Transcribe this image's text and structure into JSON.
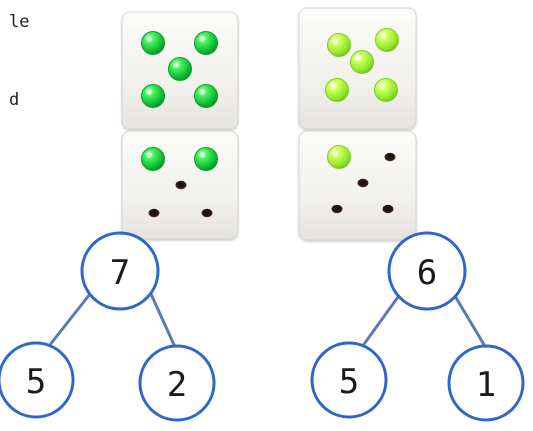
{
  "left_edge_text": {
    "line1": "le",
    "line2": "d"
  },
  "colors": {
    "bead_dark_green": "#18d23b",
    "bead_light_green": "#a6f03c",
    "circle_stroke": "#2f67c9",
    "branch_line": "#5e78b8",
    "die_face": "#f4f3f0"
  },
  "left_group": {
    "top_die_beads": 5,
    "bottom_die_beads": 2,
    "bottom_die_holes": 3,
    "bead_color": "bead_dark_green",
    "number_bond": {
      "whole": "7",
      "part_left": "5",
      "part_right": "2"
    }
  },
  "right_group": {
    "top_die_beads": 5,
    "bottom_die_beads": 1,
    "bottom_die_holes": 4,
    "bead_color": "bead_light_green",
    "number_bond": {
      "whole": "6",
      "part_left": "5",
      "part_right": "1"
    }
  }
}
